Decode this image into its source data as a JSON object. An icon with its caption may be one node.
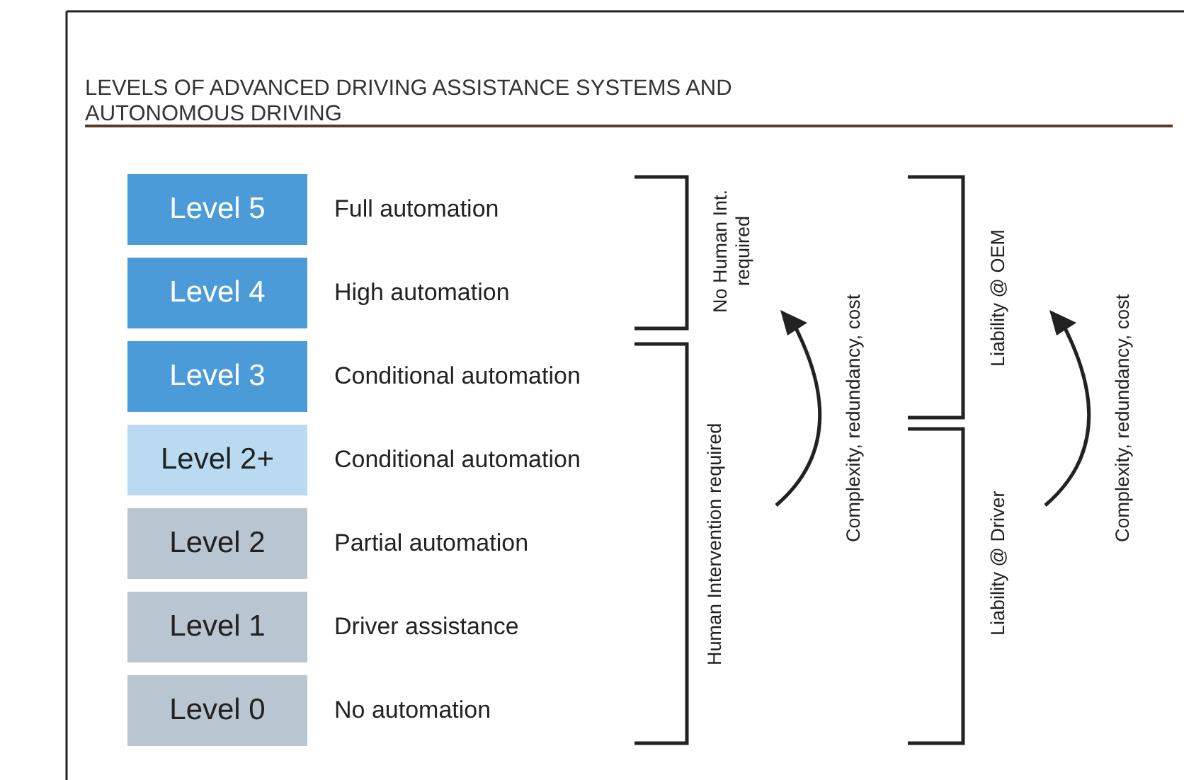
{
  "diagram": {
    "title": "LEVELS OF ADVANCED DRIVING ASSISTANCE SYSTEMS AND AUTONOMOUS DRIVING",
    "nodes": [
      {
        "text": [
          "Level 5"
        ],
        "beside": [
          "Full automation"
        ]
      },
      {
        "text": [
          "Level 4"
        ],
        "beside": [
          "High automation"
        ]
      },
      {
        "text": [
          "Level 3"
        ],
        "beside": [
          "Conditional automation"
        ]
      },
      {
        "text": [
          "Level 2+"
        ],
        "beside": [
          "Conditional automation"
        ]
      },
      {
        "text": [
          "Level 2"
        ],
        "beside": [
          "Partial automation"
        ]
      },
      {
        "text": [
          "Level 1"
        ],
        "beside": [
          "Driver assistance"
        ]
      },
      {
        "text": [
          "Level 0"
        ],
        "beside": [
          "No automation"
        ]
      }
    ],
    "labels": [
      "No Human Int. required",
      "Human Intervention required",
      "Complexity, redundancy, cost",
      "Liability @ OEM",
      "Liability @ Driver",
      "Complexity, redundancy, cost"
    ]
  }
}
